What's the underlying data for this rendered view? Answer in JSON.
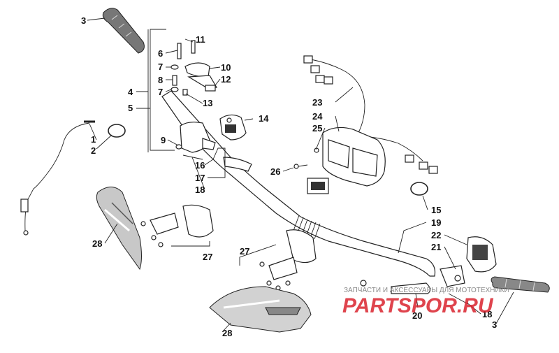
{
  "callouts": {
    "c1": "1",
    "c2": "2",
    "c3a": "3",
    "c3b": "3",
    "c4": "4",
    "c5": "5",
    "c6": "6",
    "c7a": "7",
    "c7b": "7",
    "c8": "8",
    "c9": "9",
    "c10": "10",
    "c11": "11",
    "c12": "12",
    "c13": "13",
    "c14": "14",
    "c15": "15",
    "c16": "16",
    "c17": "17",
    "c18a": "18",
    "c18b": "18",
    "c19": "19",
    "c20": "20",
    "c21": "21",
    "c22": "22",
    "c23": "23",
    "c24": "24",
    "c25": "25",
    "c26": "26",
    "c27a": "27",
    "c27b": "27",
    "c28a": "28",
    "c28b": "28"
  },
  "watermark": {
    "tagline": "ЗАПЧАСТИ И АКСЕССУАРЫ ДЛЯ МОТОТЕХНИКИ",
    "brand": "PARTSPOR.RU"
  },
  "colors": {
    "line": "#222222",
    "watermark_text": "#8a8a8a",
    "watermark_brand": "#d9232e"
  }
}
